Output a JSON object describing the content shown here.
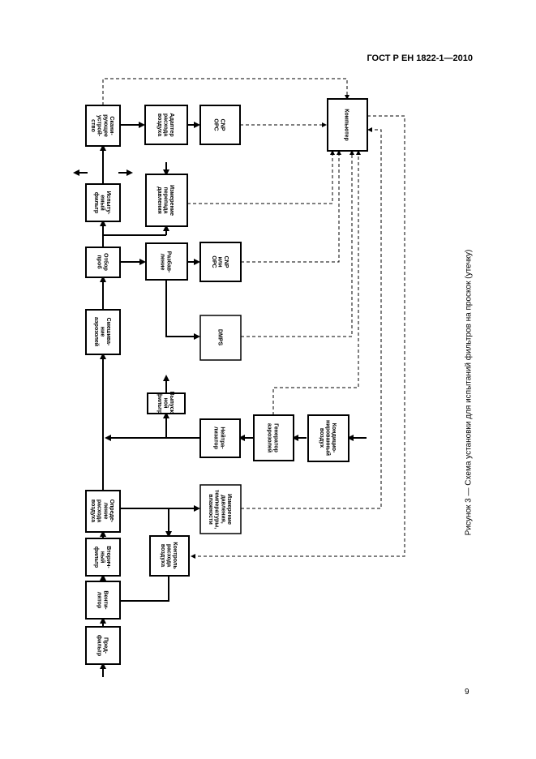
{
  "header": {
    "standard": "ГОСТ Р ЕН 1822-1—2010"
  },
  "caption": "Рисунок 3 — Схема установки для испытаний фильтров на проскок (утечку)",
  "page_number": "9",
  "blocks": {
    "prefilter": [
      "Пред-",
      "фильтр"
    ],
    "fan": [
      "Венти-",
      "лятор"
    ],
    "secondary_filter": [
      "Вторич-",
      "ный",
      "фильтр"
    ],
    "airflow_measurement": [
      "Опреде-",
      "ление",
      "расхода",
      "воздуха"
    ],
    "mixing": [
      "Смешива-",
      "ние",
      "аэрозолей"
    ],
    "sampling": [
      "Отбор",
      "проб"
    ],
    "test_filter": [
      "Испыту-",
      "емый",
      "фильтр"
    ],
    "scanning_device": [
      "Скани-",
      "рующее",
      "устрой-",
      "ство"
    ],
    "airflow_control": [
      "Контроль",
      "расхода",
      "воздуха"
    ],
    "pressure_humidity": [
      "Измерение",
      "давления,",
      "температуры,",
      "влажности"
    ],
    "exhaust_filter": [
      "Выпуск-",
      "ной",
      "фильтр"
    ],
    "neutralizer": [
      "Нейтра-",
      "лизатор"
    ],
    "aerosol_generator": [
      "Генератор",
      "аэрозолей"
    ],
    "compressed_air": [
      "Кондицио-",
      "нированный",
      "воздух"
    ],
    "dilution": [
      "Разбав-",
      "ление"
    ],
    "cnp_opc_1": [
      "CNP",
      "или",
      "OPC"
    ],
    "dmps": [
      "DMPS"
    ],
    "pressure_drop": [
      "Измерение",
      "перепада",
      "давления"
    ],
    "air_adapter": [
      "Адаптер",
      "расхода",
      "воздуха"
    ],
    "cnp_opc_2": [
      "CNP",
      "OPC"
    ],
    "computer": [
      "Компьютер"
    ]
  }
}
